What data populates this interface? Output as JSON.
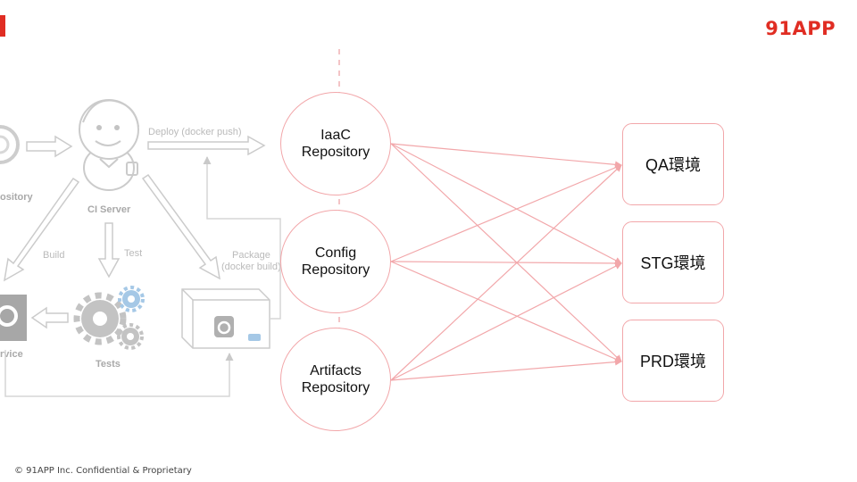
{
  "header": {
    "logo": "91APP"
  },
  "footer": {
    "text": "© 91APP Inc. Confidential & Proprietary"
  },
  "background_diagram": {
    "labels": {
      "repository_partial": "ository",
      "ci_server": "CI Server",
      "deploy": "Deploy (docker push)",
      "build": "Build",
      "test": "Test",
      "package_line1": "Package",
      "package_line2": "(docker build)",
      "service_partial": "rvice",
      "tests": "Tests"
    }
  },
  "repositories": [
    {
      "label": "IaaC\nRepository"
    },
    {
      "label": "Config\nRepository"
    },
    {
      "label": "Artifacts\nRepository"
    }
  ],
  "environments": [
    {
      "label": "QA環境"
    },
    {
      "label": "STG環境"
    },
    {
      "label": "PRD環境"
    }
  ],
  "colors": {
    "accent": "#e02d23",
    "connector": "#f2a7aa",
    "gray": "#bdbdbd"
  }
}
